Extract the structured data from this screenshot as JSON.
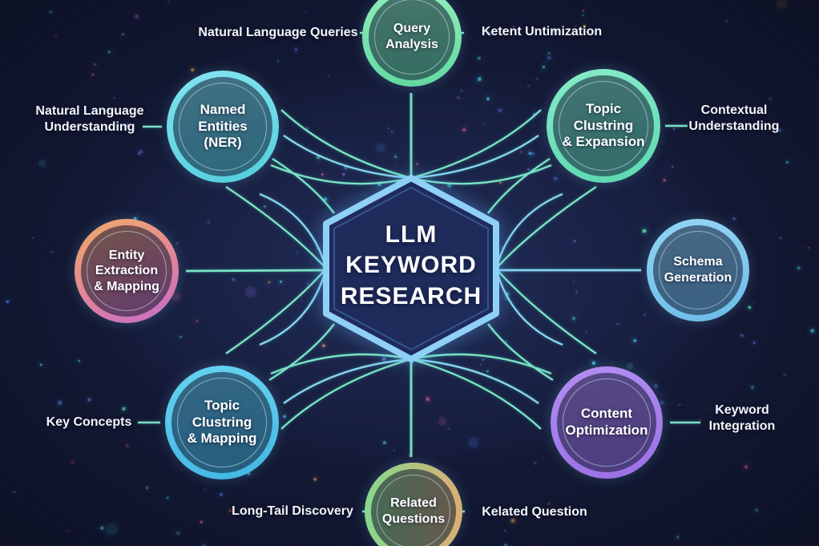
{
  "diagram": {
    "type": "hub-and-spoke",
    "center": {
      "title": "LLM\nKEYWORD\nRESEARCH",
      "shape": "hexagon",
      "border_color": "#8fd0f7",
      "fill_color": "#1f2b5b"
    },
    "nodes": [
      {
        "id": "query-analysis",
        "label": "Query\nAnalysis",
        "ring_colors": [
          "#8feebb",
          "#63d9a0"
        ]
      },
      {
        "id": "named-entities-ner",
        "label": "Named\nEntities\n(NER)",
        "ring_colors": [
          "#82e4ef",
          "#54cedd"
        ]
      },
      {
        "id": "topic-clustering-expansion",
        "label": "Topic\nClustring\n& Expansion",
        "ring_colors": [
          "#86ebc8",
          "#5dd8b0"
        ]
      },
      {
        "id": "entity-extraction-mapping",
        "label": "Entity\nExtraction\n& Mapping",
        "ring_colors": [
          "#eda173",
          "#e0849a",
          "#c76fc4"
        ]
      },
      {
        "id": "schema-generation",
        "label": "Schema\nGeneration",
        "ring_colors": [
          "#93d4f3",
          "#6cbce8"
        ]
      },
      {
        "id": "topic-clustering-mapping",
        "label": "Topic\nClustring\n& Mapping",
        "ring_colors": [
          "#67d3f1",
          "#42b6e2"
        ]
      },
      {
        "id": "content-optimization",
        "label": "Content\nOptimization",
        "ring_colors": [
          "#b38ef3",
          "#9a6fe3"
        ]
      },
      {
        "id": "related-questions",
        "label": "Related\nQuestions",
        "ring_colors": [
          "#86d98c",
          "#dbae74"
        ]
      }
    ],
    "side_labels": {
      "natural_language_queries": "Natural Language Queries",
      "ketent_untimization": "Ketent Untimization",
      "natural_language_understanding": "Natural Language\nUnderstanding",
      "contextual_understanding": "Contextual\nUnderstanding",
      "key_concepts": "Key Concepts",
      "keyword_integration": "Keyword\nIntegration",
      "long_tail_discovery": "Long-Tail Discovery",
      "kelated_question": "Kelated Question"
    },
    "edges": [
      {
        "from": "llm-keyword-research",
        "to": "query-analysis"
      },
      {
        "from": "llm-keyword-research",
        "to": "named-entities-ner"
      },
      {
        "from": "llm-keyword-research",
        "to": "topic-clustering-expansion"
      },
      {
        "from": "llm-keyword-research",
        "to": "entity-extraction-mapping"
      },
      {
        "from": "llm-keyword-research",
        "to": "schema-generation"
      },
      {
        "from": "llm-keyword-research",
        "to": "topic-clustering-mapping"
      },
      {
        "from": "llm-keyword-research",
        "to": "content-optimization"
      },
      {
        "from": "llm-keyword-research",
        "to": "related-questions"
      }
    ],
    "background": {
      "base_color": "#151b38",
      "accent_arrow_colors": [
        "#79e3c4",
        "#86d4f0"
      ],
      "particle_colors": [
        "#4f7be0",
        "#46c8e8",
        "#e85f8a",
        "#e05555",
        "#52e0a8",
        "#a06ae8",
        "#e8a055"
      ]
    }
  }
}
